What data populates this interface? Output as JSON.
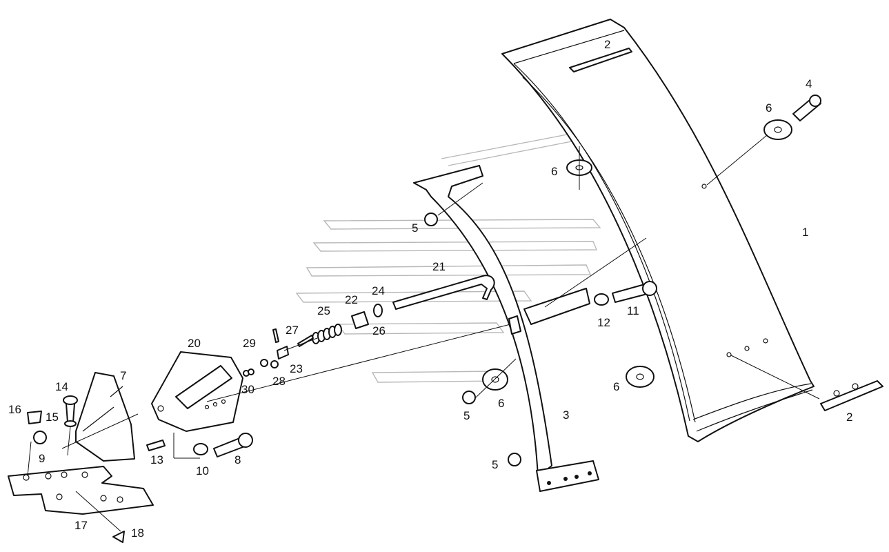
{
  "diagram": {
    "callouts": [
      {
        "id": "c1",
        "text": "1"
      },
      {
        "id": "c2a",
        "text": "2"
      },
      {
        "id": "c2b",
        "text": "2"
      },
      {
        "id": "c3",
        "text": "3"
      },
      {
        "id": "c4",
        "text": "4"
      },
      {
        "id": "c5a",
        "text": "5"
      },
      {
        "id": "c5b",
        "text": "5"
      },
      {
        "id": "c5c",
        "text": "5"
      },
      {
        "id": "c6a",
        "text": "6"
      },
      {
        "id": "c6b",
        "text": "6"
      },
      {
        "id": "c6c",
        "text": "6"
      },
      {
        "id": "c6d",
        "text": "6"
      },
      {
        "id": "c7",
        "text": "7"
      },
      {
        "id": "c8",
        "text": "8"
      },
      {
        "id": "c9",
        "text": "9"
      },
      {
        "id": "c10",
        "text": "10"
      },
      {
        "id": "c11",
        "text": "11"
      },
      {
        "id": "c12",
        "text": "12"
      },
      {
        "id": "c13",
        "text": "13"
      },
      {
        "id": "c14",
        "text": "14"
      },
      {
        "id": "c15",
        "text": "15"
      },
      {
        "id": "c16",
        "text": "16"
      },
      {
        "id": "c17",
        "text": "17"
      },
      {
        "id": "c18",
        "text": "18"
      },
      {
        "id": "c20",
        "text": "20"
      },
      {
        "id": "c21",
        "text": "21"
      },
      {
        "id": "c22",
        "text": "22"
      },
      {
        "id": "c23",
        "text": "23"
      },
      {
        "id": "c24",
        "text": "24"
      },
      {
        "id": "c25",
        "text": "25"
      },
      {
        "id": "c26",
        "text": "26"
      },
      {
        "id": "c27",
        "text": "27"
      },
      {
        "id": "c28",
        "text": "28"
      },
      {
        "id": "c29",
        "text": "29"
      },
      {
        "id": "c30",
        "text": "30"
      }
    ]
  }
}
